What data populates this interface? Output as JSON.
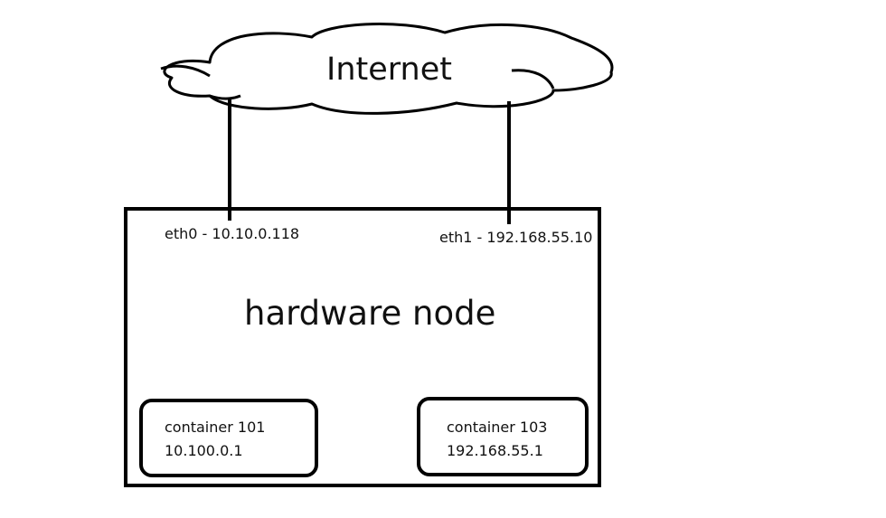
{
  "cloud": {
    "label": "Internet"
  },
  "node": {
    "label": "hardware node",
    "interfaces": [
      {
        "label": "eth0 - 10.10.0.118"
      },
      {
        "label": "eth1 - 192.168.55.10"
      }
    ]
  },
  "containers": [
    {
      "name": "container 101",
      "ip": "10.100.0.1"
    },
    {
      "name": "container 103",
      "ip": "192.168.55.1"
    }
  ],
  "colors": {
    "stroke": "#000000",
    "background": "#ffffff",
    "text": "#111111"
  }
}
